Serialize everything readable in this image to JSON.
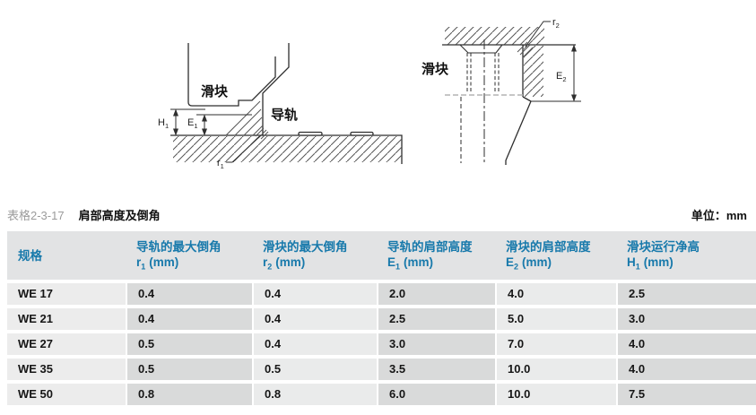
{
  "table_meta": {
    "tag": "表格2-3-17",
    "title": "肩部高度及倒角",
    "unit": "单位：mm"
  },
  "diagram": {
    "left": {
      "slider_label": "滑块",
      "rail_label": "导轨",
      "dim_h1": {
        "sym": "H",
        "sub": "1"
      },
      "dim_e1": {
        "sym": "E",
        "sub": "1"
      },
      "dim_r1": {
        "sym": "r",
        "sub": "1"
      }
    },
    "right": {
      "slider_label": "滑块",
      "dim_e2": {
        "sym": "E",
        "sub": "2"
      },
      "dim_r2": {
        "sym": "r",
        "sub": "2"
      }
    }
  },
  "table": {
    "columns": [
      {
        "label": "规格",
        "sym": "",
        "sub": "",
        "unit": ""
      },
      {
        "label": "导轨的最大倒角",
        "sym": "r",
        "sub": "1",
        "unit": "(mm)"
      },
      {
        "label": "滑块的最大倒角",
        "sym": "r",
        "sub": "2",
        "unit": "(mm)"
      },
      {
        "label": "导轨的肩部高度",
        "sym": "E",
        "sub": "1",
        "unit": "(mm)"
      },
      {
        "label": "滑块的肩部高度",
        "sym": "E",
        "sub": "2",
        "unit": "(mm)"
      },
      {
        "label": "滑块运行净高",
        "sym": "H",
        "sub": "1",
        "unit": "(mm)"
      }
    ],
    "rows": [
      {
        "spec": "WE 17",
        "values": [
          "0.4",
          "0.4",
          "2.0",
          "4.0",
          "2.5"
        ]
      },
      {
        "spec": "WE 21",
        "values": [
          "0.4",
          "0.4",
          "2.5",
          "5.0",
          "3.0"
        ]
      },
      {
        "spec": "WE 27",
        "values": [
          "0.5",
          "0.4",
          "3.0",
          "7.0",
          "4.0"
        ]
      },
      {
        "spec": "WE 35",
        "values": [
          "0.5",
          "0.5",
          "3.5",
          "10.0",
          "4.0"
        ]
      },
      {
        "spec": "WE 50",
        "values": [
          "0.8",
          "0.8",
          "6.0",
          "10.0",
          "7.5"
        ]
      }
    ]
  },
  "colors": {
    "accent": "#1779ab",
    "header_bg": "#e2e3e4",
    "cell_dark": "#d9dada",
    "cell_light": "#eaebeb",
    "line": "#2e2e2e"
  }
}
